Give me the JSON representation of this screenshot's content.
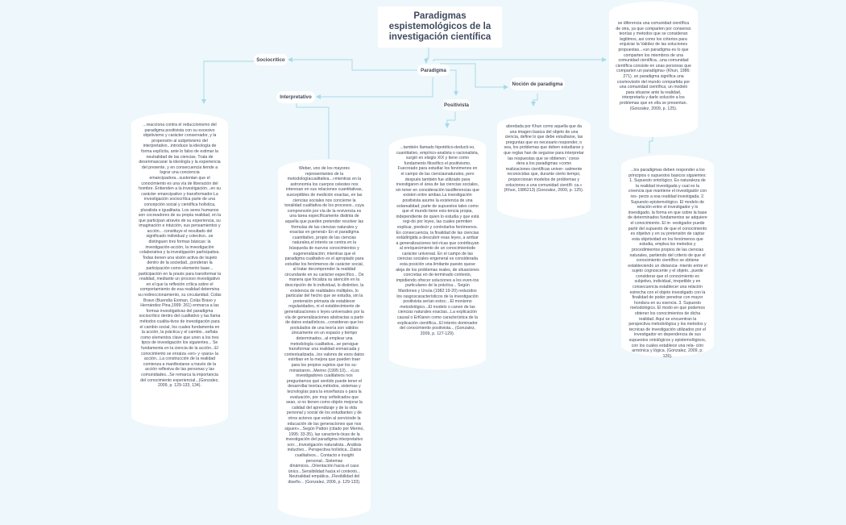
{
  "map": {
    "title": "Paradigmas espistemológicos de la investigación científica",
    "colors": {
      "background": "#eef7fb",
      "node_fill": "#ffffff",
      "connector": "#a6dbe9",
      "text": "#3f4a5c"
    },
    "nodes": {
      "paradigma": "Paradigma",
      "sociocritico": "Sociocrítico",
      "interpretativo": "Interpretativo",
      "positivista": "Positivista",
      "nocion": "Noción de paradigma"
    },
    "notes": {
      "sociocritico": "...reacciona contra el reduccionismo del paradigma positivista con su excesivo objetivismo y carácter conservador, y la propensión al subjetivismo del interpretativo...introduce la ideología de forma explícita, ante lo falso de estimar la neutralidad de las ciencias. Trata de desenmascarar la ideología y la experiencia del presente, y en consecuencia tiende a lograr una conciencia emancipadora...sustentan que el conocimiento es una vía de liberación del hombre. Entienden a la investigación...en su carácter emancipativo y transformador.La investigación sociocrítica parte de una concepción social y científica holística, pluralista e igualitaria. Los seres humanos son cocreadores de su propia realidad, en la que participan através de su experiencia, su imaginación e intuición, sus pensamientos y acción... constituye el resultado del significado individual y colectivo...se distinguen tres formas básicas: la investigación-acción, la investigación colaborativa y la investigación participativa. Todas tienen una visión activa de lsujeto dentro de la sociedad...ponderan la participación como elemento base... participación en la praxis para transformar la realidad, mediante un proceso investigativo en el que la reflexión crítica sobre el comportamiento de esa realidad determina su redireccionamiento, su circularidad. Colás Bravo (Buendía Eximan, Colás Bravo y Hernández Pina,1999: 261) enmarca a las formas investigativas del paradigma sociocrítico dentro del cualitativo y las llama métodos cualita-tivos de investigación para el cambio social, los cuales fundamenta en la acción, la práctica y el cambio...señala como elementos clave que unen a los tres tipos de investigación los siguientes... Se fundamenta en la ciencia de la acción...El conocimiento se enraiza «en» y «para» la acción...La construcción de la realidad comienza a manifestarse a través de la acción reflexiva de las personas y las comunidades...Se remarca la importancia del conocimiento experiencial...(Gonzalez, 2009, p. 129-133, 134).",
      "interpretativo": "Weber, uno de los mayores representantes de la metodologíacualitativa...»mientras en la astronomía los cuerpos celestes nos interesan en sus relaciones cuantitativas, susceptibles de medición exactas, en las ciencias sociales nos concierne la tonalidad cualitativa de los procesos...cuya comprensión por vía de la revivencia es una tarea específicamente distinta de aquella que pueden pretender resolver las fórmulas de las ciencias naturales y exactas en general» En el paradigma cuantitativo, propio de las ciencias naturales,el interés se centra en la búsqueda de nuevos conocimientos y sugeneralización; mientras que el paradigma cualitativo es el apropiado para estudiar los fenómenos de carácter social, al tratar decomprender la realidad circundante en su carácter específico... De manera que focaliza su atención en la descripción de lo individual, lo distintivo, la existencia de realidades múltiples, lo particular del hecho que se estudia, sin la pretensión primaria de establecer regularidades, ni el establecimiento de generalizaciones o leyes universales por la vía de generalizaciones abstractas a partir de datos estadísticos...consideran que los postulados de una teoría son válidos únicamente en un espacio y tiempo determinados...al emplear una metodología cualitativa...se persigue transformar una realidad enmarcada y contextualizada...los valores de esos datos estriban en la mejora que pueden traer para los propios sujetos que los su-ministraron...Merino (1995:10)... «Los investigadores cualitativos nos preguntamos qué sentido puede tener el desarrollar teorías,métodos, sistemas y tecnologías para la enseñanza o para la evaluación, por muy sofisticados que sean, si no tienen como objeto mejorar la calidad del aprendizaje y de la vida personal y social de los estudiantes y de otros actores que están al serviciode la educación de las generaciones que nos siguen»...Según Patton (citado por Merino, 1995: 33-35), las caracterís-ticas de la investigación del paradigma interpretativo son:...Investigación naturalista...Análisis inductivo... Perspectiva holística...Datos cualitativos... Contacto e insight personal...Sistemas dinámicos...Orientación hacia el caso único...Sensibilidad hacia el contexto... Neutralidad empática...Flexibilidad del diseño... (Gonzalez, 2009, p. 129-133).",
      "positivista": "...también llamado hipotético-deducti-vo, cuantitativo, empírico-analista o racionalista, surgió en elsiglo XIX y tiene como fundamento filosófico el positivismo. Fuecreado para estudiar los fenómenos en el campo de las cienciasnaturales, pero después también fue utilizado para investigaren el área de las ciencias sociales, sin tener en consideración lasdiferencias que existen entre ambas.La investigación positivista asume la existencia de una solarealidad; parte de supuestos tales como que el mundo tiene exis-tencia propia, independiente de quien lo estudia y que está regi-do por leyes, las cuales permiten explicar, predecir y controlarlos fenómenos. En consecuencia, la finalidad de las ciencias estádirigida a descubrir esas leyes, a arribar a generalizaciones teó-ricas que contribuyan al enriquecimiento de un conocimientode carácter universal. En el campo de las ciencias sociales engeneral es considerada esta posición una limitante puesto quese aleja de los problemas reales, de situaciones concretas en de-terminado contexto, impidiendo ofrecer soluciones a los even-tos particulares de la práctica... Según Mardones y Ursúa (1982:19-20) reducidos los rasgoscaracterísticos de la investigación positivista serían estos:...El monismo metodológico...El modelo o canon de las ciencias naturales exactas...La explicación causal o ErKlaren como característica de la explicación científica...El interés dominador del conocimiento positivista... (Gonzalez, 2009, p. 127-129).",
      "nocion_a": "abordada por Khun como aquella que da una imagen basica del objeto de una ciencia, define lo que debe estudiarse, las preguntas que es necesario responder, o sea, los problemas que deben estudiarse y que reglas han de seguirse para interpretar las respuestas que se obtienen.' consi- dera a los paradigmas «como realizaciones científicas univer- salmente reconocidas que, durante cierto tiempo, proporcionan modelos de problemas y soluciones a una comunidad científi- ca.» (Khun, 1986213) (Gonzalez, 2009, p. 125).",
      "nocion_b": "se diferencia una comunidad científica de otra, ya que comparten por consenso teorías y metodos que se consideran legitimos, asi como los criterios para enjuiciar la Validez de las soluciones propuestas...«un paradigma es lo que comparten los miembros de una comunidad científica...una comunidad científica consiste en unas personas que comparten un paradigma» (Khun, 1986: 271). un paradigma significa una cosmovisión del mundo compartida por una comunidad científica; un modelo para situarse ante la realidad, interpretarla y darle solución a los problemas que en ella se presentan. (Gonzalez, 2009, p. 125).",
      "nocion_c": "...los paradigmas deben responder a los principios o supuestos basicos siguientes: 1. Supuesto ontológico. Es naturaleza de la realidad investigada y cual es la creencia que mantiene el investigador con res- pecto a esa realidad investigada. 2. Supuesto epistemológico. El modelo de relación entre el investigador y lo investigado, la forma en que sobre la base de determinados fundamentos se adquiere el conocimiento. El in- vestigador puede partir del supuesto de que el conocimiento es objetivo y en su pretensión de captar esta objetividad en los fenómenos que estudia, emplea los metodos y procedimientos propios de las ciencias naturales, partiendo del criterio de que el conocimiento científico se obtiene estableciendo un distancia- miento entre el sujeto cognoscente y el objeto...puede considerar que el conocimiento es subjetivo, individual, irrepetible y en consecuencia establecer una relación estrecha con el objeto investigado con la finalidad de poder penetrar con mayor hondura en su esencia. 3. Supuesto metodológico. El modo en que podemos obtener los conocimientos de dicha realidad. Aquí se encuentran la perspectiva metodológica y los metodos y tecnicas de investigación utilizados por el investigador en dependencia de sus supuestos ontológicos y epistemológicos, con los cuales establece una rela- ción armónica y lógica. (Gonzalez, 2009, p. 126)."
    }
  }
}
